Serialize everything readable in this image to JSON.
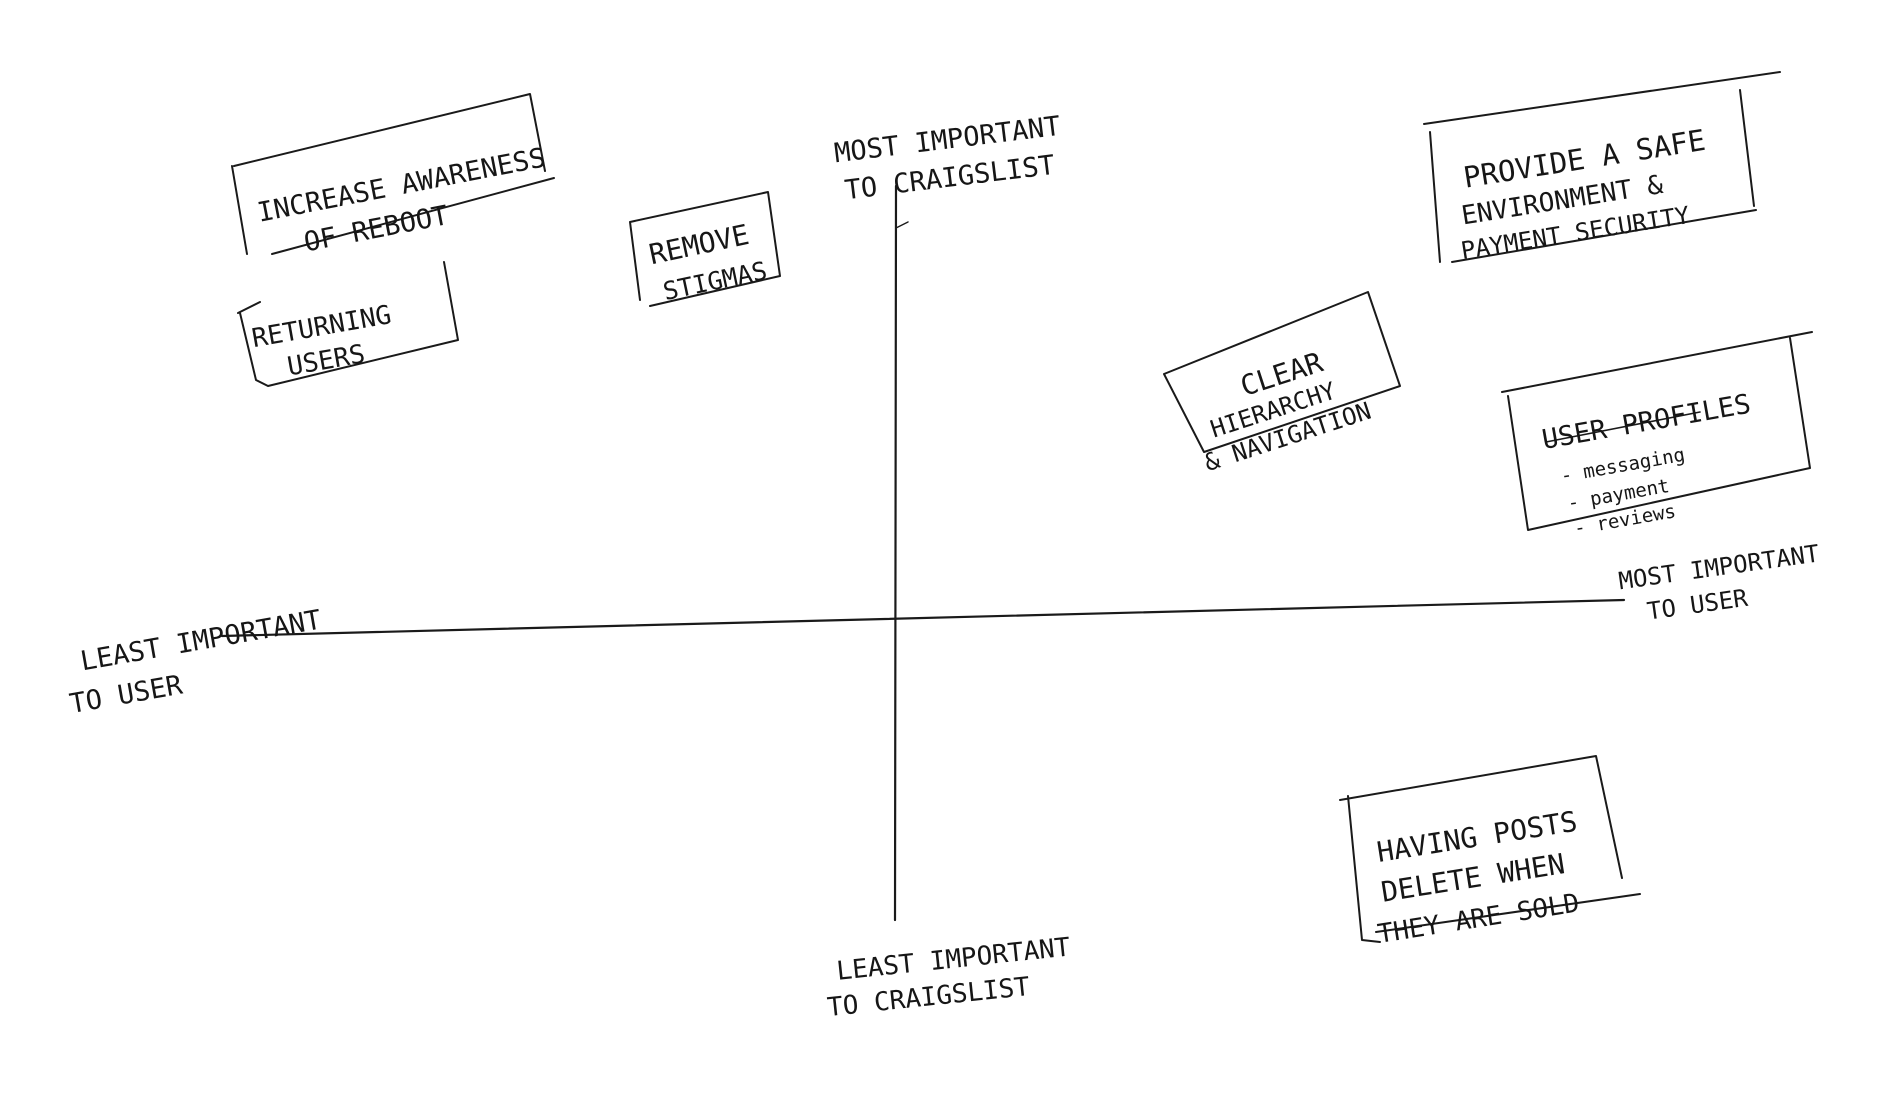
{
  "axes": {
    "top_label": [
      "MOST IMPORTANT",
      "TO CRAIGSLIST"
    ],
    "bottom_label": [
      "LEAST IMPORTANT",
      "TO CRAIGSLIST"
    ],
    "left_label": [
      "LEAST IMPORTANT",
      "TO USER"
    ],
    "right_label": [
      "MOST IMPORTANT",
      "TO USER"
    ]
  },
  "notes": {
    "increase_awareness": [
      "INCREASE AWARENESS",
      "OF REBOOT"
    ],
    "returning_users": [
      "RETURNING",
      "USERS"
    ],
    "remove_stigmas": [
      "REMOVE",
      "STIGMAS"
    ],
    "safe_environment": [
      "PROVIDE A SAFE",
      "ENVIRONMENT &",
      "PAYMENT SECURITY"
    ],
    "clear_hierarchy": [
      "CLEAR",
      "HIERARCHY",
      "& NAVIGATION"
    ],
    "user_profiles": {
      "title": "USER PROFILES",
      "items": [
        "- messaging",
        "- payment",
        "- reviews"
      ]
    },
    "posts_delete": [
      "HAVING POSTS",
      "DELETE WHEN",
      "THEY ARE SOLD"
    ]
  }
}
